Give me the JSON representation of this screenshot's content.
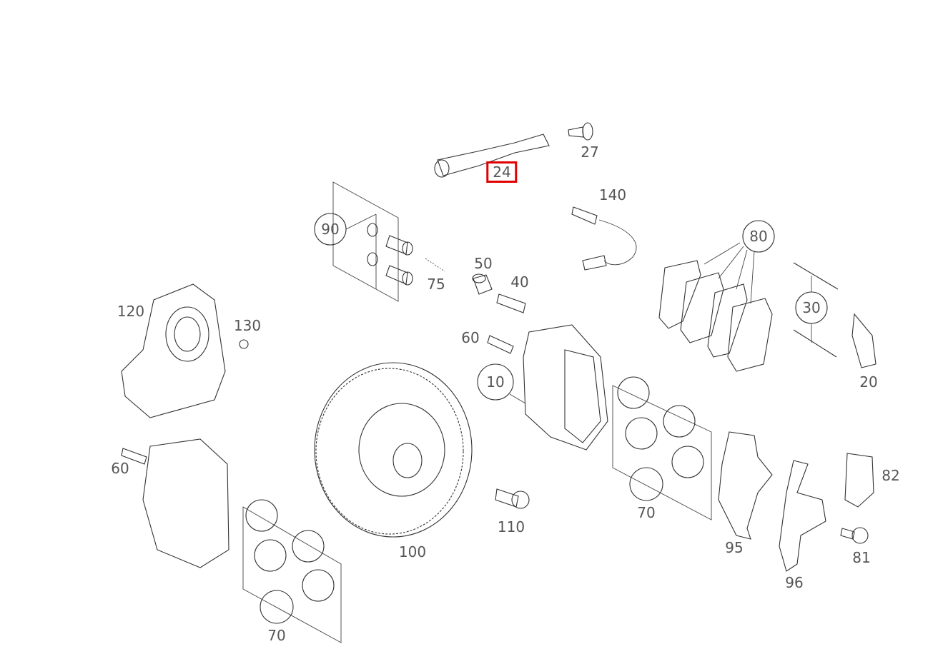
{
  "selected_part": "24",
  "highlight_color": "#e00000",
  "labels": {
    "p24": "24",
    "p27": "27",
    "p140": "140",
    "p90": "90",
    "p75": "75",
    "p50": "50",
    "p40": "40",
    "p80": "80",
    "p30": "30",
    "p20": "20",
    "p120": "120",
    "p130": "130",
    "p60a": "60",
    "p10": "10",
    "p60b": "60",
    "p100": "100",
    "p110": "110",
    "p70a": "70",
    "p70b": "70",
    "p95": "95",
    "p96": "96",
    "p82": "82",
    "p81": "81"
  }
}
